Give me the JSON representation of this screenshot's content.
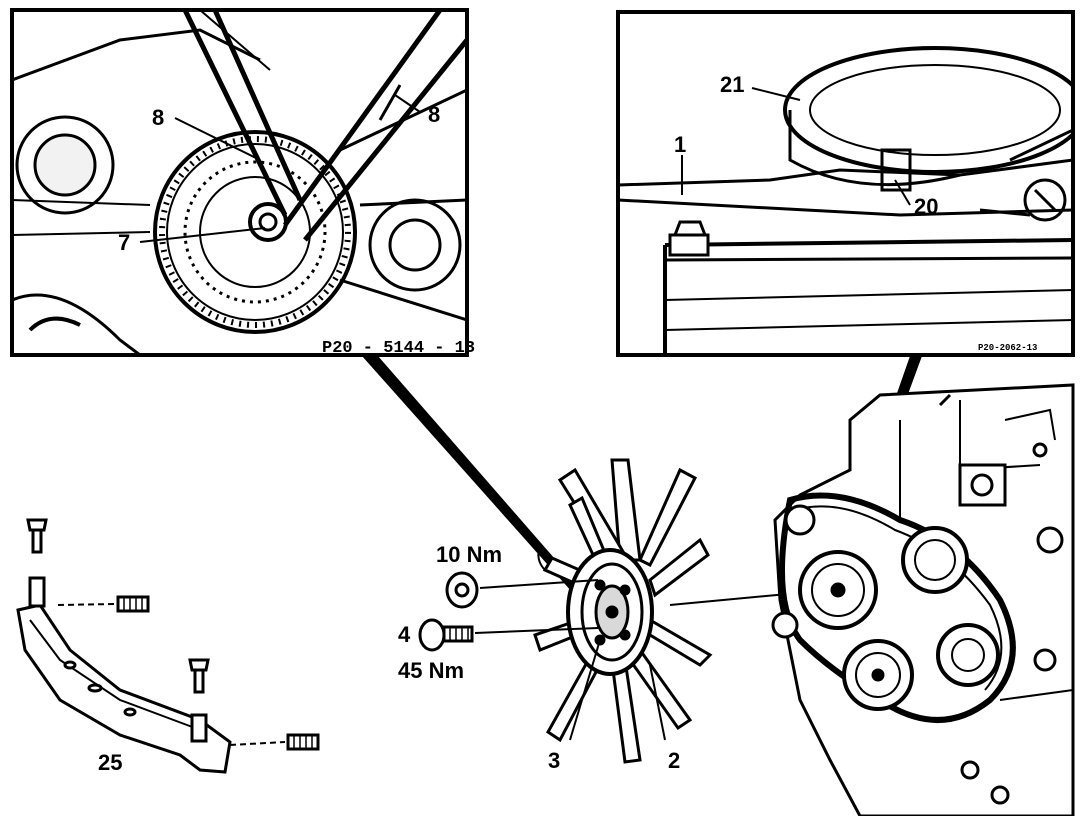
{
  "left_inset": {
    "figure_code": "P20 - 5144 - 13",
    "callouts": [
      "8",
      "8",
      "7"
    ]
  },
  "right_inset": {
    "figure_code": "P20-2062-13",
    "callouts": [
      "21",
      "1",
      "20"
    ]
  },
  "main_view": {
    "torque_upper": "10 Nm",
    "part_4": "4",
    "torque_lower": "45 Nm",
    "part_3": "3",
    "part_2": "2",
    "part_25": "25"
  },
  "colors": {
    "ink": "#000000",
    "paper": "#ffffff"
  }
}
